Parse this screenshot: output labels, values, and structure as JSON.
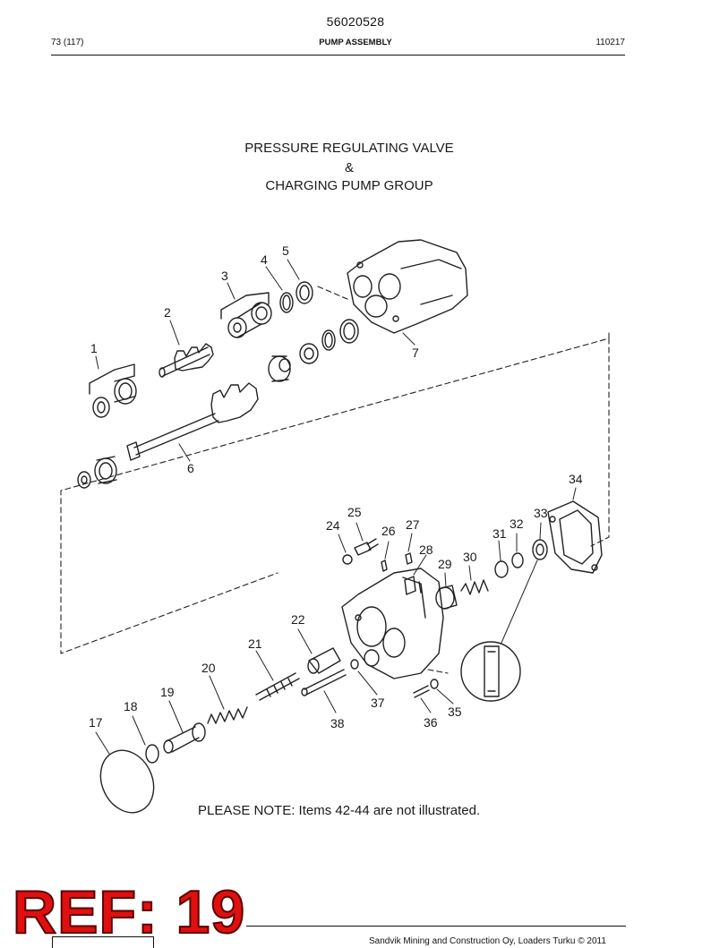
{
  "header": {
    "doc_number": "56020528",
    "page": "73 (117)",
    "section": "PUMP ASSEMBLY",
    "date": "110217"
  },
  "diagram": {
    "title_lines": [
      "PRESSURE REGULATING VALVE",
      "&",
      "CHARGING PUMP GROUP"
    ],
    "callouts": [
      "1",
      "2",
      "3",
      "4",
      "5",
      "6",
      "7",
      "17",
      "18",
      "19",
      "20",
      "21",
      "22",
      "24",
      "25",
      "26",
      "27",
      "28",
      "29",
      "30",
      "31",
      "32",
      "33",
      "34",
      "35",
      "36",
      "37",
      "38"
    ],
    "note": "PLEASE NOTE: Items 42-44 are not illustrated."
  },
  "stamp": {
    "text": "REF: 19",
    "color": "#e01010"
  },
  "footer": {
    "text": "Sandvik Mining and Construction Oy, Loaders Turku © 2011"
  }
}
